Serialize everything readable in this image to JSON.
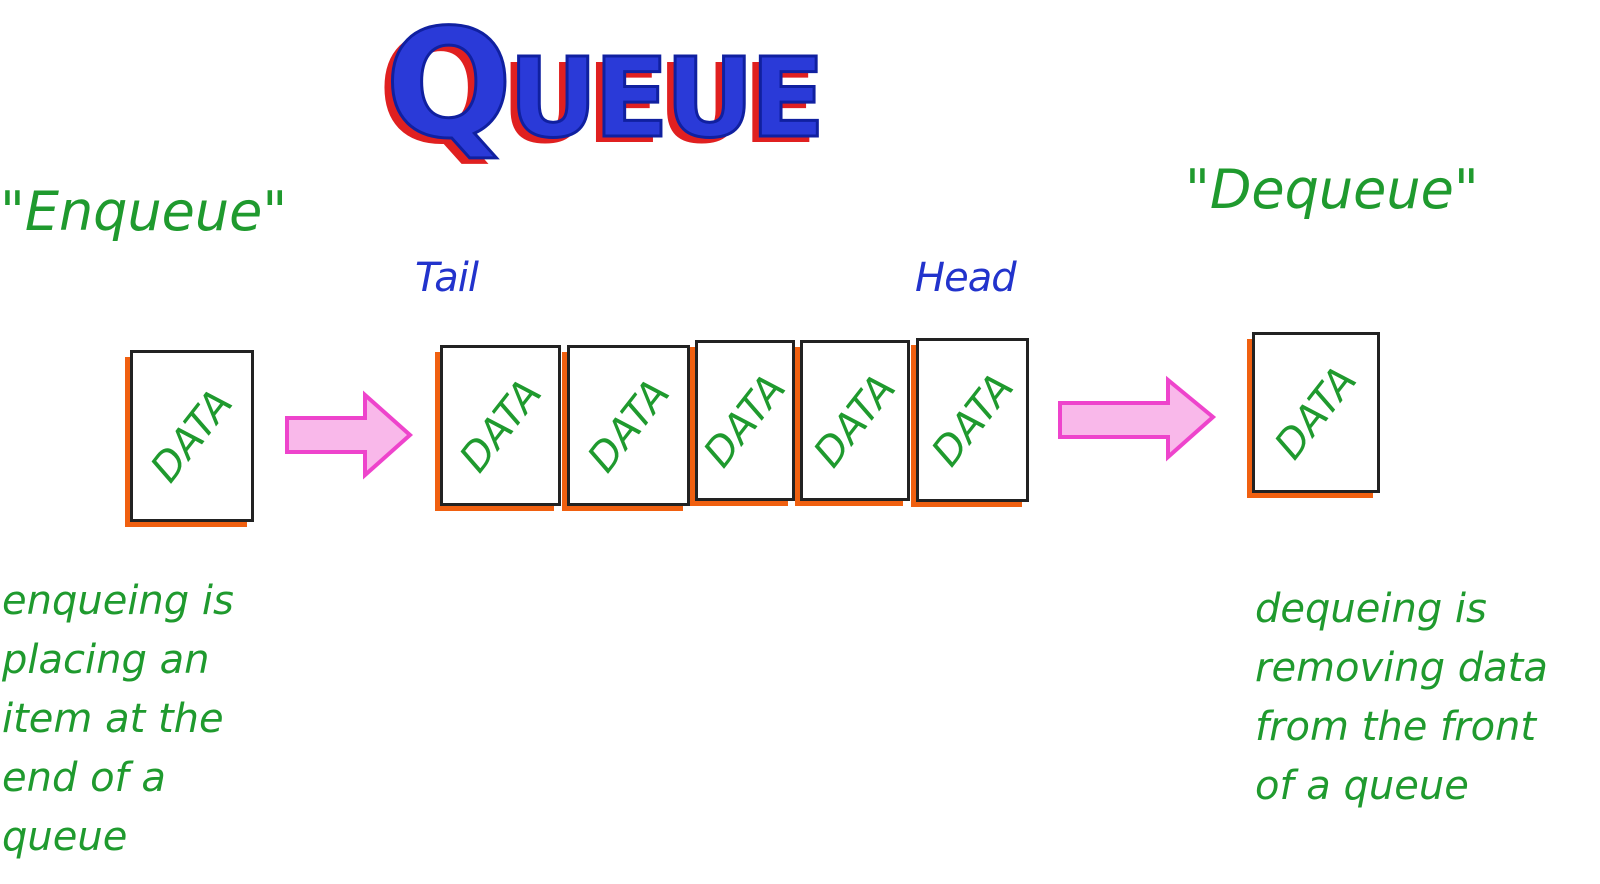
{
  "title": {
    "first": "Q",
    "rest": "UEUE"
  },
  "enqueue_label": "\"Enqueue\"",
  "dequeue_label": "\"Dequeue\"",
  "tail_label": "Tail",
  "head_label": "Head",
  "box_text": "DATA",
  "enqueue_note": [
    "enqueing is",
    "placing an",
    "item at the",
    "end of a",
    "queue"
  ],
  "dequeue_note": [
    "dequeing is",
    "removing data",
    "from the front",
    "of a queue"
  ],
  "colors": {
    "text_green": "#1f9a2e",
    "title_blue": "#2a3ad8",
    "arrow_pink": "#ee44cc",
    "box_shadow_orange": "#f06010"
  }
}
